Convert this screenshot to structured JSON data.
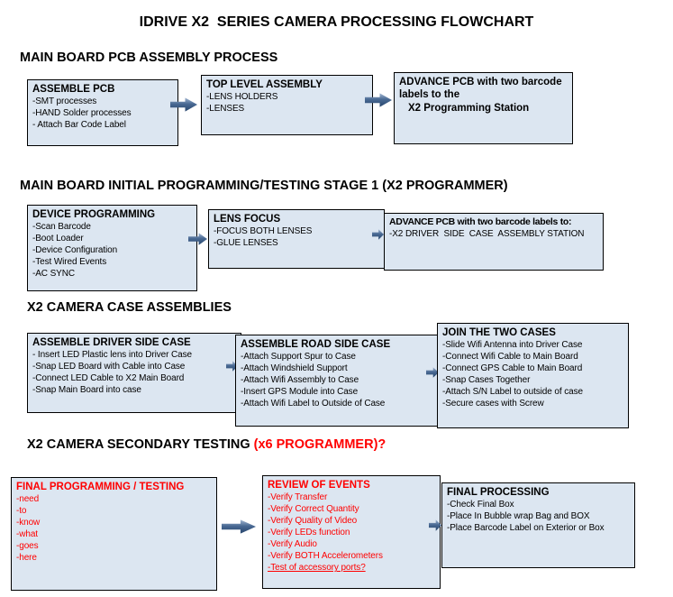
{
  "title": "IDRIVE X2  SERIES CAMERA PROCESSING FLOWCHART",
  "colors": {
    "box_fill": "#dce6f1",
    "box_border": "#000000",
    "accent_red": "#ff0000",
    "arrow_blue": "#35567f",
    "background": "#ffffff"
  },
  "icons": {
    "flow_arrow": "arrow-right"
  },
  "sections": [
    {
      "heading": "MAIN BOARD PCB ASSEMBLY PROCESS",
      "boxes": [
        {
          "title": "ASSEMBLE PCB",
          "items": [
            "-SMT processes",
            "-HAND Solder processes",
            "- Attach Bar Code Label"
          ]
        },
        {
          "title": "TOP LEVEL ASSEMBLY",
          "items": [
            "-LENS HOLDERS",
            "-LENSES"
          ]
        },
        {
          "title": "ADVANCE PCB with two barcode labels to the",
          "subtitle": "X2 Programming Station",
          "items": []
        }
      ]
    },
    {
      "heading": "MAIN BOARD INITIAL PROGRAMMING/TESTING STAGE 1 (X2 PROGRAMMER)",
      "boxes": [
        {
          "title": "DEVICE PROGRAMMING",
          "items": [
            "-Scan Barcode",
            "-Boot Loader",
            "-Device Configuration",
            "-Test Wired Events",
            "-AC SYNC"
          ]
        },
        {
          "title": "LENS FOCUS",
          "items": [
            "-FOCUS BOTH LENSES",
            "-GLUE LENSES"
          ]
        },
        {
          "title": "ADVANCE PCB with two barcode labels to:",
          "items": [
            "-X2 DRIVER  SIDE  CASE  ASSEMBLY STATION"
          ]
        }
      ]
    },
    {
      "heading": "X2 CAMERA CASE ASSEMBLIES",
      "boxes": [
        {
          "title": "ASSEMBLE DRIVER SIDE CASE",
          "items": [
            "- Insert LED Plastic lens into Driver Case",
            "-Snap LED Board with Cable into Case",
            "-Connect LED Cable to X2 Main Board",
            "-Snap Main Board into case"
          ]
        },
        {
          "title": "ASSEMBLE ROAD SIDE CASE",
          "items": [
            "-Attach Support Spur to Case",
            "-Attach Windshield Support",
            "-Attach Wifi Assembly to Case",
            "-Insert GPS Module into Case",
            "-Attach Wifi Label to Outside of Case"
          ]
        },
        {
          "title": "JOIN THE TWO CASES",
          "items": [
            "-Slide Wifi Antenna into Driver Case",
            "-Connect Wifi Cable to Main Board",
            "-Connect GPS Cable to Main Board",
            "-Snap Cases Together",
            "-Attach S/N Label to outside of case",
            "-Secure cases with Screw"
          ]
        }
      ]
    },
    {
      "heading": "X2 CAMERA SECONDARY TESTING",
      "heading_red": " (x6 PROGRAMMER)?",
      "boxes": [
        {
          "title": "FINAL PROGRAMMING / TESTING",
          "items": [
            "-need",
            "-to",
            "-know",
            "-what",
            "-goes",
            "-here"
          ]
        },
        {
          "title": "REVIEW OF EVENTS",
          "items": [
            "-Verify Transfer",
            "-Verify Correct Quantity",
            "-Verify Quality of Video",
            "-Verify LEDs function",
            "-Verify Audio",
            "-Verify BOTH Accelerometers",
            "-Test of accessory ports?"
          ]
        },
        {
          "title": "FINAL PROCESSING",
          "items": [
            "-Check Final Box",
            "-Place In Bubble wrap Bag and BOX",
            "-Place Barcode Label on Exterior or Box"
          ]
        }
      ]
    }
  ]
}
